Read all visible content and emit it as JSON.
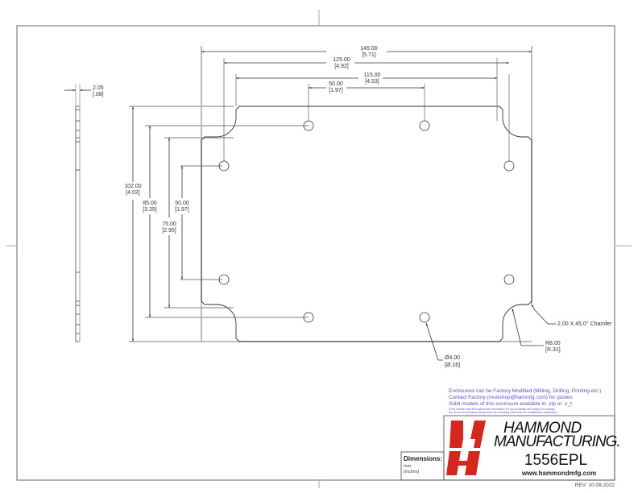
{
  "drawing": {
    "part_number": "1556EPL",
    "dimensions_top": [
      {
        "value": "145.00",
        "inch": "[5.71]"
      },
      {
        "value": "125.00",
        "inch": "[4.92]"
      },
      {
        "value": "115.00",
        "inch": "[4.53]"
      },
      {
        "value": "50.00",
        "inch": "[1.97]"
      }
    ],
    "dimensions_left": [
      {
        "value": "102.00",
        "inch": "[4.02]"
      },
      {
        "value": "85.00",
        "inch": "[3.35]"
      },
      {
        "value": "75.00",
        "inch": "[2.95]"
      },
      {
        "value": "50.00",
        "inch": "[1.97]"
      }
    ],
    "thickness": {
      "value": "2.05",
      "inch": "[.08]"
    },
    "chamfer_callout": "2.00 X 45.0° Chamfer",
    "radius_callout": {
      "value": "R8.00",
      "inch": "[R.31]"
    },
    "hole_callout": {
      "value": "Ø4.00",
      "inch": "[Ø.16]"
    }
  },
  "notes": {
    "line1": "Enclosures can be Factory Modified (Milling, Drilling, Printing etc.)",
    "line2": "Contact Factory  (modshop@hammfg.com) for quotes",
    "line3": "Solid models of this enclosure available in .stp or .x_t",
    "line4": "(Part number and text placement orientation on our products are subject to change,",
    "line5": "we do not recommend using them as a locating reference for modification purposes)"
  },
  "title_block": {
    "dimensions_label": "Dimensions:",
    "unit_mm": "mm",
    "unit_inches": "[inches]",
    "company_line1": "HAMMOND",
    "company_line2": "MANUFACTURING.",
    "part_number": "1556EPL",
    "website": "www.hammondmfg.com",
    "logo_color": "#d7261e"
  },
  "revision": "REV: 10.08.2022"
}
